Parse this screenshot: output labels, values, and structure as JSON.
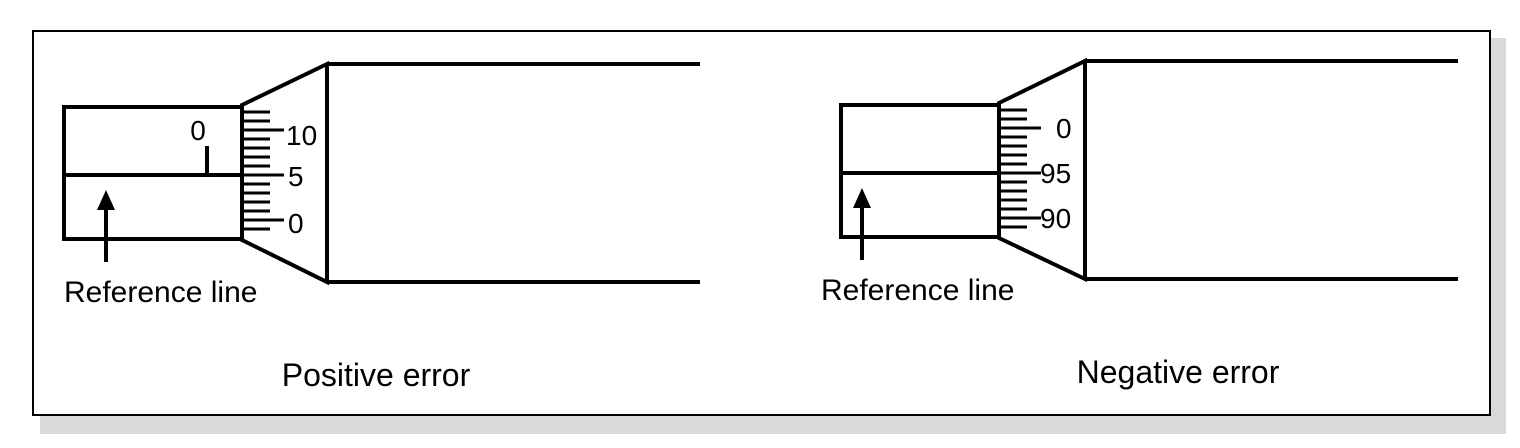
{
  "colors": {
    "stroke": "#000000",
    "background": "#ffffff",
    "frame_shadow": "#d9d9d9"
  },
  "panels": [
    {
      "id": "positive",
      "sleeve_mark": "0",
      "scale_labels": [
        "10",
        "5",
        "0"
      ],
      "reference_label": "Reference line",
      "caption": "Positive error"
    },
    {
      "id": "negative",
      "sleeve_mark": "",
      "scale_labels": [
        "0",
        "95",
        "90"
      ],
      "reference_label": "Reference line",
      "caption": "Negative error"
    }
  ]
}
